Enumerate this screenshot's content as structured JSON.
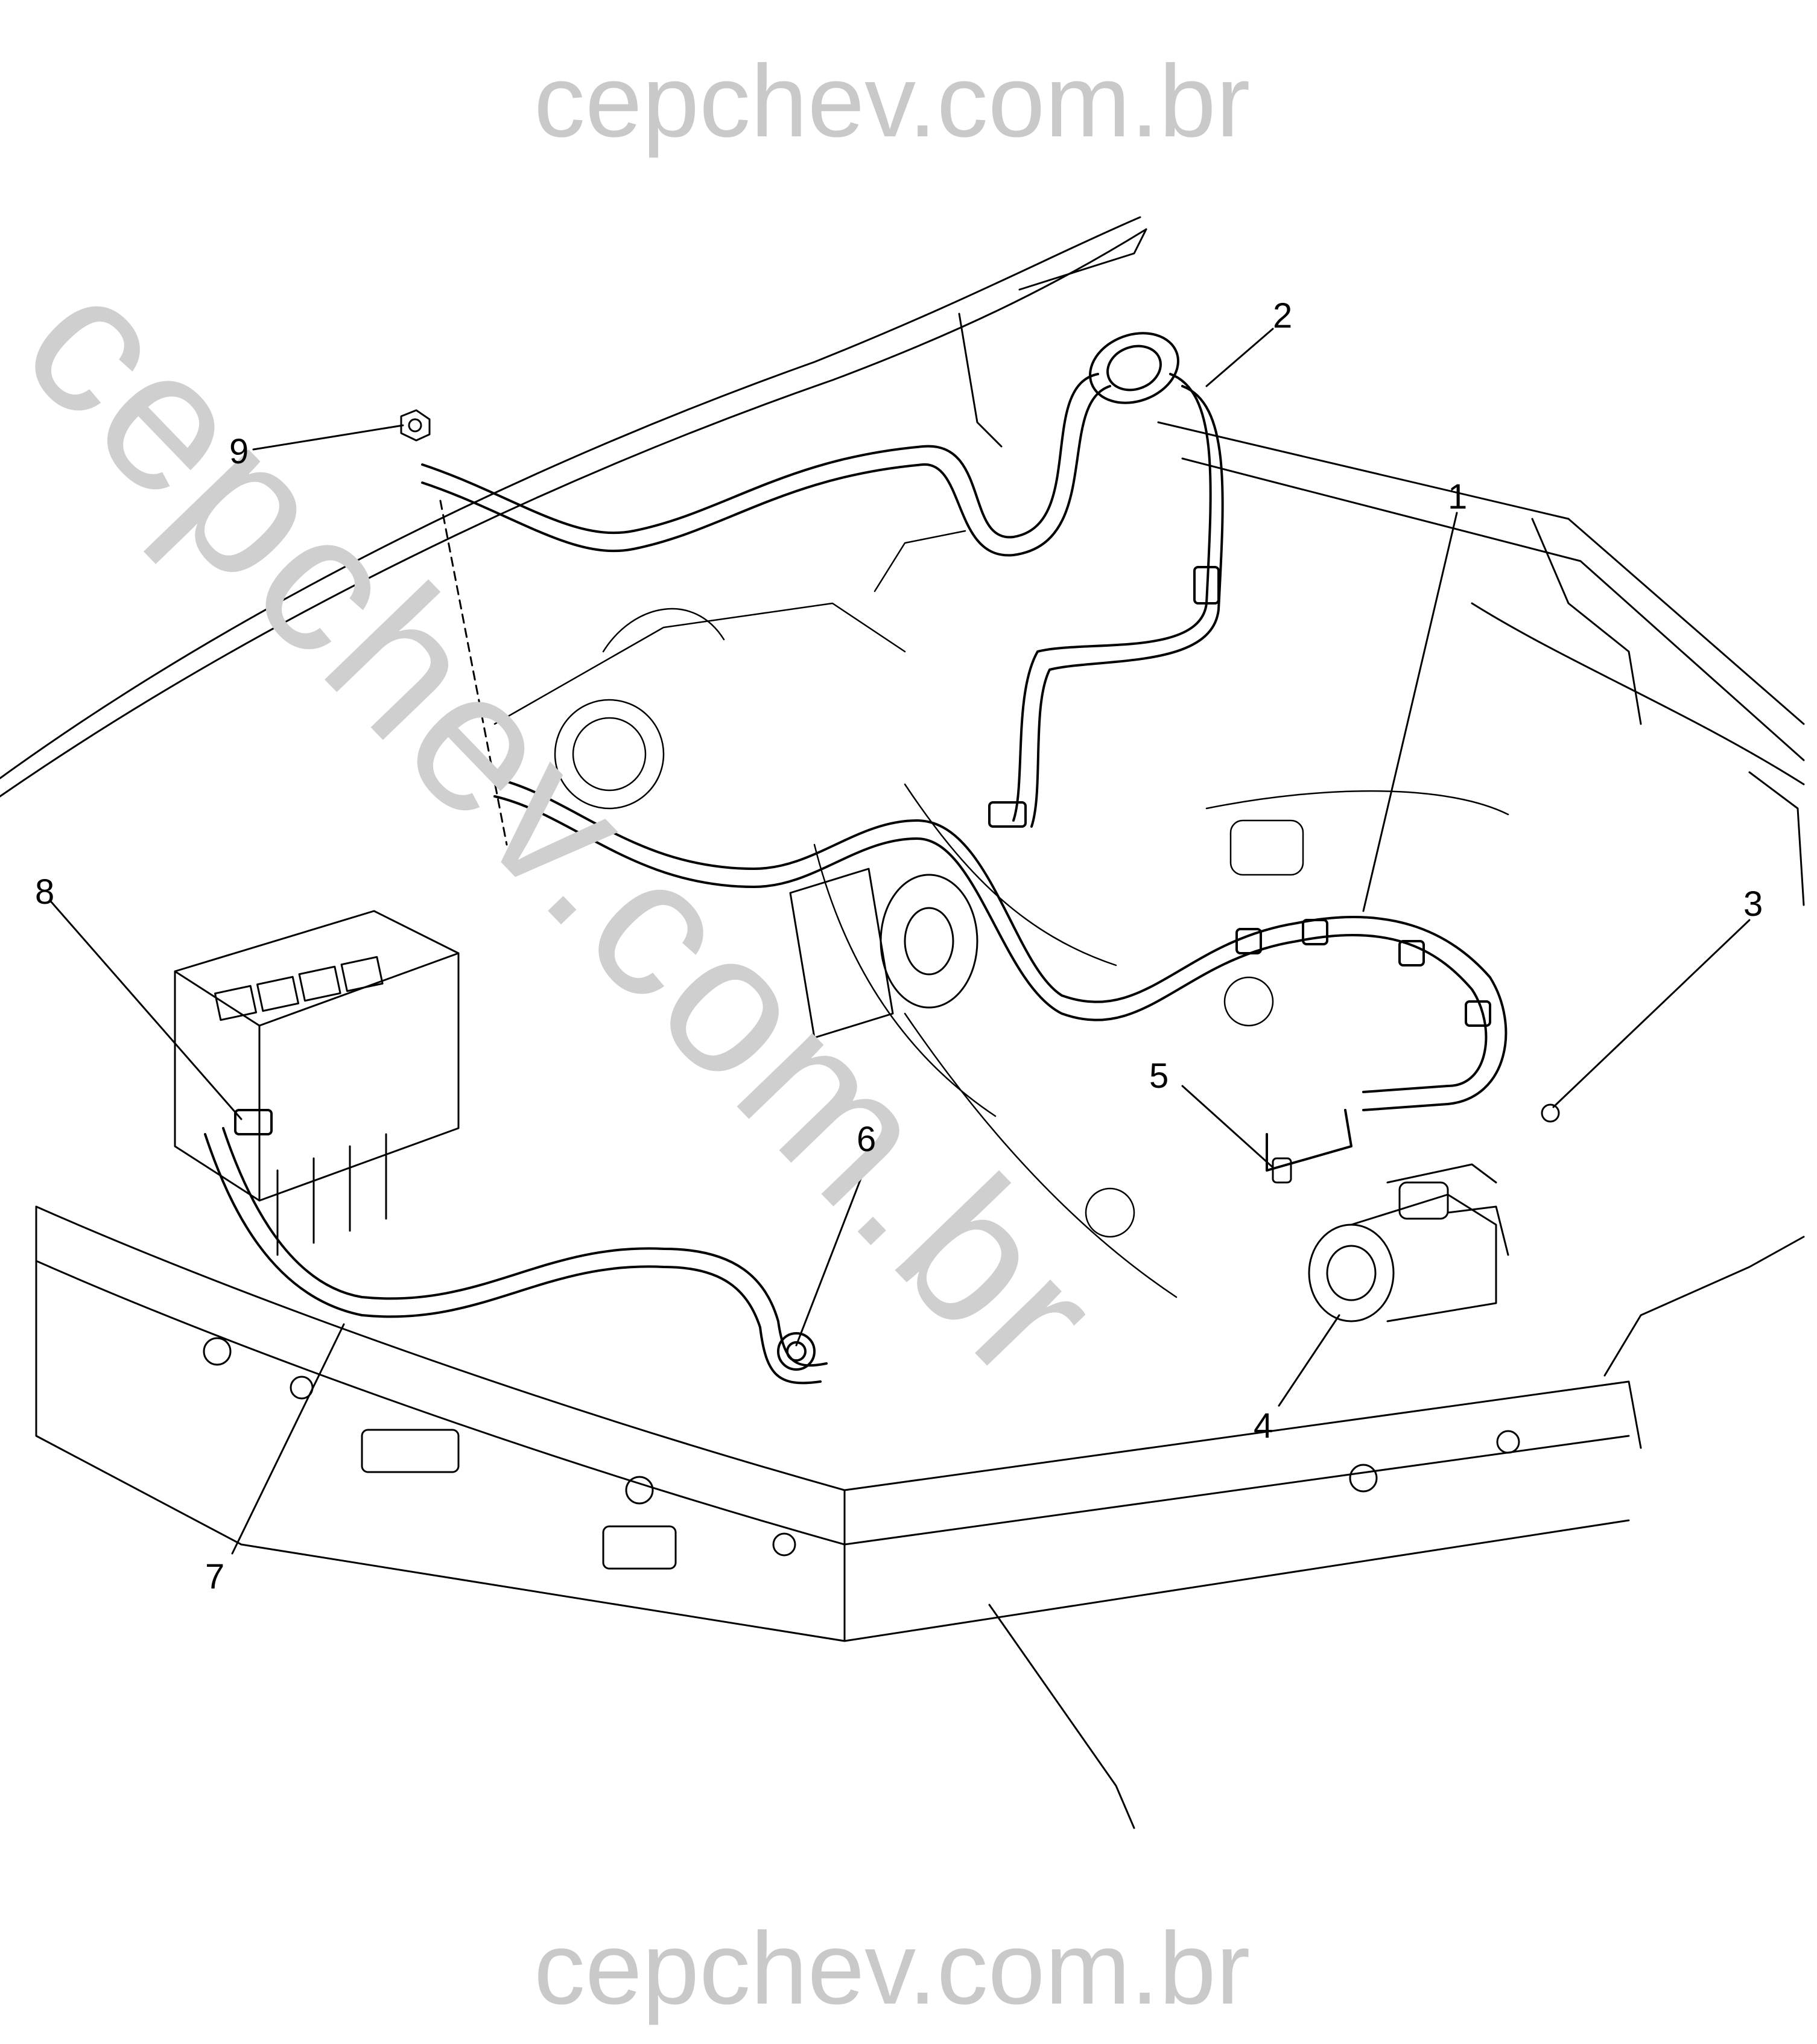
{
  "watermark": {
    "top": "cepchev.com.br",
    "bottom": "cepchev.com.br",
    "diagonal": "cepchev.com.br"
  },
  "callouts": {
    "c1": "1",
    "c2": "2",
    "c3": "3",
    "c4": "4",
    "c5": "5",
    "c6": "6",
    "c7": "7",
    "c8": "8",
    "c9": "9"
  },
  "colors": {
    "line": "#000000",
    "watermark": "#c9c9c9",
    "background": "#ffffff"
  }
}
